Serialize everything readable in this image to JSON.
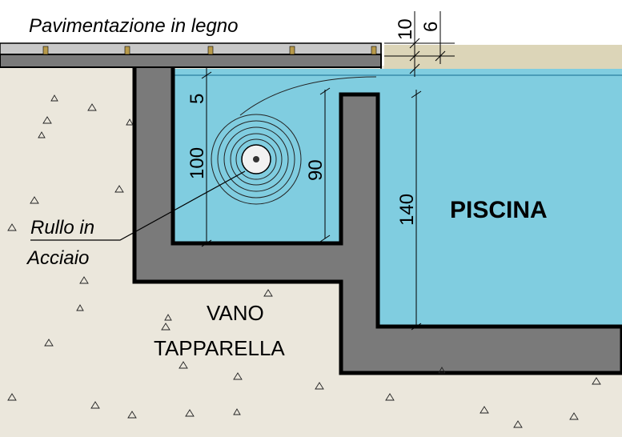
{
  "labels": {
    "flooring": "Pavimentazione  in  legno",
    "roller_line1": "Rullo  in",
    "roller_line2": "Acciaio",
    "chamber_line1": "VANO",
    "chamber_line2": "TAPPARELLA",
    "pool": "PISCINA"
  },
  "dimensions": {
    "deck_thickness": "10",
    "deck_offset": "6",
    "top_gap": "5",
    "chamber_depth": "100",
    "roller_drop": "90",
    "pool_depth": "140"
  },
  "colors": {
    "water": "#80cde0",
    "concrete": "#7a7a7a",
    "soil": "#ebe7dc",
    "deck": "#dcd5b8",
    "outline": "#000000"
  }
}
